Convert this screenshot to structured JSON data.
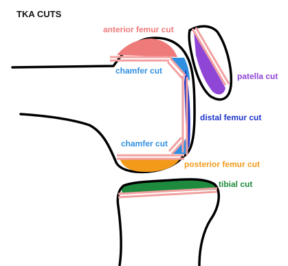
{
  "title": "TKA CUTS",
  "colors": {
    "anterior": "#ef7a7a",
    "chamfer": "#2f8fe0",
    "distal": "#1d35c7",
    "posterior": "#f39a1a",
    "tibial": "#1e8a3e",
    "patella": "#8f45d6",
    "cut_line": "#f2a0a0",
    "outline": "#000000"
  },
  "labels": {
    "anterior_femur_cut": "anterior femur cut",
    "chamfer_cut_top": "chamfer cut",
    "chamfer_cut_bottom": "chamfer cut",
    "distal_femur_cut": "distal femur cut",
    "posterior_femur_cut": "posterior femur cut",
    "tibial_cut": "tibial cut",
    "patella_cut": "patella cut"
  }
}
